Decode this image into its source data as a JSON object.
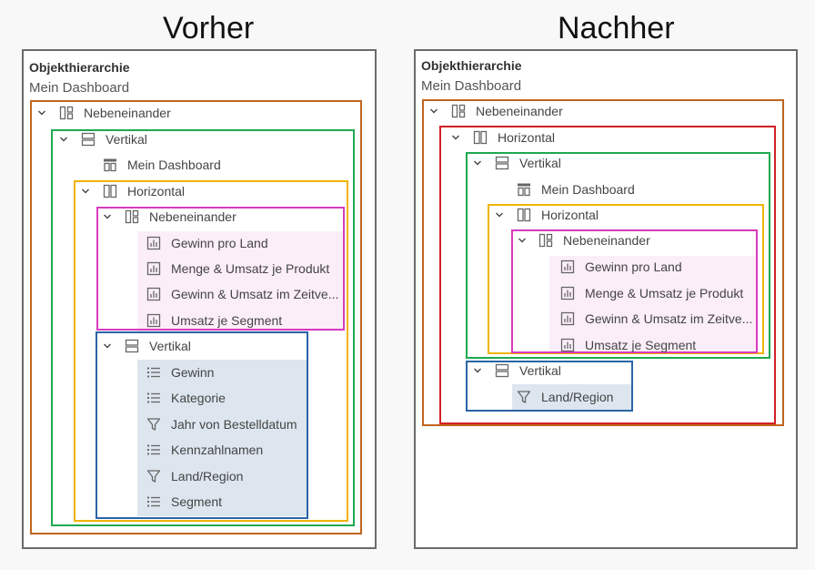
{
  "headings": {
    "before": "Vorher",
    "after": "Nachher"
  },
  "panel": {
    "title": "Objekthierarchie",
    "subtitle": "Mein Dashboard"
  },
  "colors": {
    "orange": "#c0641e",
    "green": "#1fa84f",
    "yellow": "#f0b400",
    "magenta": "#d83bbf",
    "blue": "#2a64a8",
    "red": "#d21f26"
  },
  "before": {
    "items": [
      {
        "label": "Nebeneinander",
        "icon": "side-by-side-icon"
      },
      {
        "label": "Vertikal",
        "icon": "vertical-container-icon"
      },
      {
        "label": "Mein Dashboard",
        "icon": "dashboard-title-icon"
      },
      {
        "label": "Horizontal",
        "icon": "horizontal-container-icon"
      },
      {
        "label": "Nebeneinander",
        "icon": "side-by-side-icon"
      },
      {
        "label": "Gewinn pro Land",
        "icon": "sheet-icon"
      },
      {
        "label": "Menge & Umsatz je Produkt",
        "icon": "sheet-icon"
      },
      {
        "label": "Gewinn & Umsatz im Zeitve...",
        "icon": "sheet-icon"
      },
      {
        "label": "Umsatz je Segment",
        "icon": "sheet-icon"
      },
      {
        "label": "Vertikal",
        "icon": "vertical-container-icon"
      },
      {
        "label": "Gewinn",
        "icon": "list-icon"
      },
      {
        "label": "Kategorie",
        "icon": "list-icon"
      },
      {
        "label": "Jahr von Bestelldatum",
        "icon": "filter-icon"
      },
      {
        "label": "Kennzahlnamen",
        "icon": "list-icon"
      },
      {
        "label": "Land/Region",
        "icon": "filter-icon"
      },
      {
        "label": "Segment",
        "icon": "list-icon"
      }
    ]
  },
  "after": {
    "items": [
      {
        "label": "Nebeneinander",
        "icon": "side-by-side-icon"
      },
      {
        "label": "Horizontal",
        "icon": "horizontal-container-icon"
      },
      {
        "label": "Vertikal",
        "icon": "vertical-container-icon"
      },
      {
        "label": "Mein Dashboard",
        "icon": "dashboard-title-icon"
      },
      {
        "label": "Horizontal",
        "icon": "horizontal-container-icon"
      },
      {
        "label": "Nebeneinander",
        "icon": "side-by-side-icon"
      },
      {
        "label": "Gewinn pro Land",
        "icon": "sheet-icon"
      },
      {
        "label": "Menge & Umsatz je Produkt",
        "icon": "sheet-icon"
      },
      {
        "label": "Gewinn & Umsatz im Zeitve...",
        "icon": "sheet-icon"
      },
      {
        "label": "Umsatz je Segment",
        "icon": "sheet-icon"
      },
      {
        "label": "Vertikal",
        "icon": "vertical-container-icon"
      },
      {
        "label": "Land/Region",
        "icon": "filter-icon"
      }
    ]
  }
}
